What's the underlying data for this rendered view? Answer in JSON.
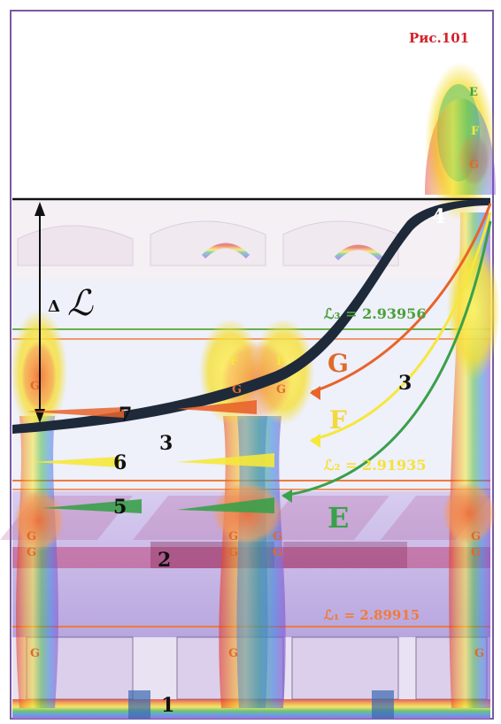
{
  "figure": {
    "caption": "Рис.101"
  },
  "labels": {
    "delta_l": "ℒ",
    "delta_symbol": "Δ",
    "n1": "1",
    "n2": "2",
    "n3a": "3",
    "n3b": "3",
    "n4": "4",
    "n5": "5",
    "n6": "6",
    "n7": "7",
    "g_big": "G",
    "f_big": "F",
    "e_big": "E",
    "l3": "ℒ₃ = 2.93956",
    "l2": "ℒ₂ = 2.91935",
    "l1": "ℒ₁ = 2.89915",
    "g": "G",
    "f": "F",
    "e": "E"
  },
  "colors": {
    "caption": "#d1232a",
    "level_line": "#f07b3a",
    "l3_text": "#4aa03a",
    "l2_text": "#f5e23a",
    "l1_text": "#f07b3a",
    "g_text": "#e06a2a",
    "f_text": "#f5d83a",
    "e_text": "#3aa04a",
    "band_violet": "#c9b8e6",
    "band_magenta": "#c0447a",
    "curve": "#1e2a3a"
  }
}
